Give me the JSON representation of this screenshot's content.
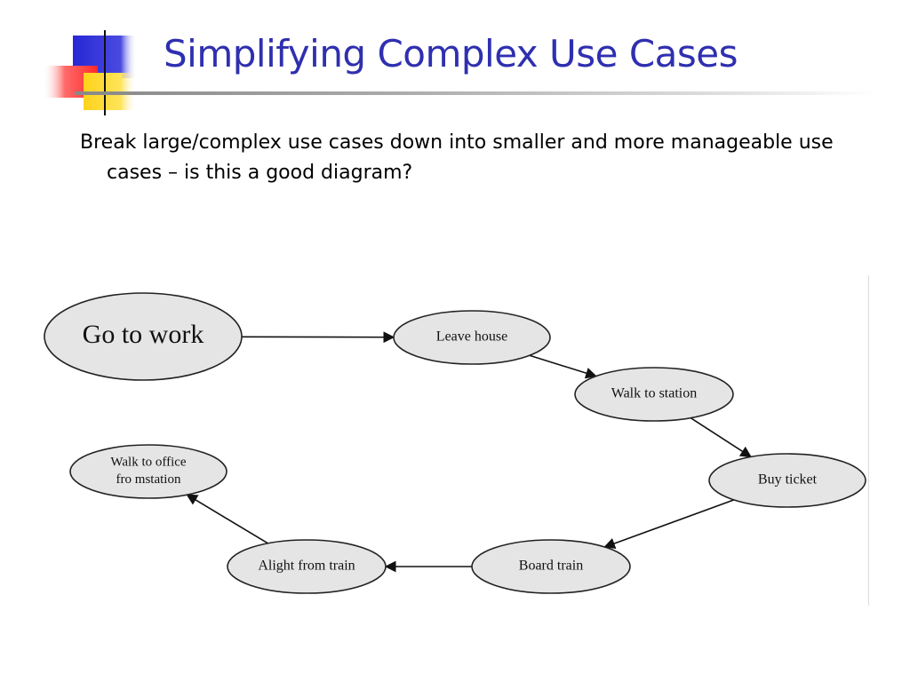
{
  "slide": {
    "title": "Simplifying Complex Use Cases",
    "bullet": "Break large/complex use cases down into smaller and more manageable use cases – is this a good diagram?"
  },
  "colors": {
    "title": "#2f2fb0",
    "node_fill": "#e5e5e5",
    "node_stroke": "#222222",
    "logo_blue": "#2727d6",
    "logo_red": "#ff2a2a",
    "logo_yellow": "#ffd21a"
  },
  "diagram": {
    "nodes": [
      {
        "id": "go-to-work",
        "lines": [
          "Go to work"
        ]
      },
      {
        "id": "leave-house",
        "lines": [
          "Leave house"
        ]
      },
      {
        "id": "walk-to-station",
        "lines": [
          "Walk to station"
        ]
      },
      {
        "id": "buy-ticket",
        "lines": [
          "Buy ticket"
        ]
      },
      {
        "id": "board-train",
        "lines": [
          "Board train"
        ]
      },
      {
        "id": "alight-from-train",
        "lines": [
          "Alight from train"
        ]
      },
      {
        "id": "walk-to-office",
        "lines": [
          "Walk to office",
          "fro mstation"
        ]
      }
    ],
    "edges": [
      {
        "from": "go-to-work",
        "to": "leave-house"
      },
      {
        "from": "leave-house",
        "to": "walk-to-station"
      },
      {
        "from": "walk-to-station",
        "to": "buy-ticket"
      },
      {
        "from": "buy-ticket",
        "to": "board-train"
      },
      {
        "from": "board-train",
        "to": "alight-from-train"
      },
      {
        "from": "alight-from-train",
        "to": "walk-to-office"
      }
    ]
  }
}
